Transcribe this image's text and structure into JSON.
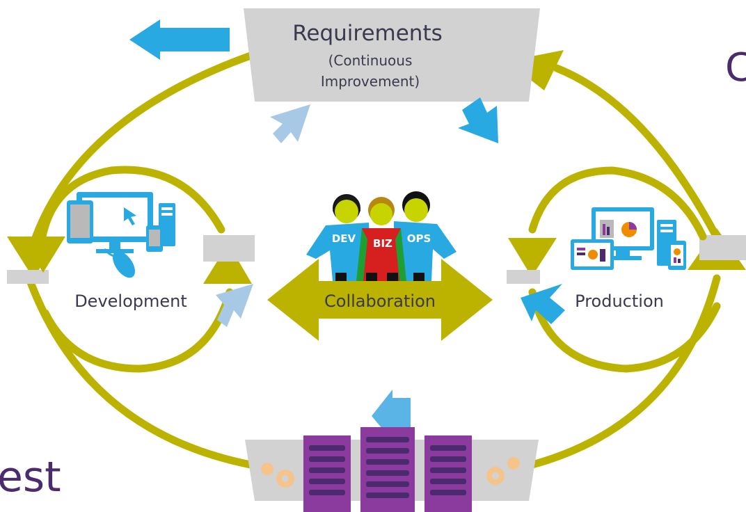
{
  "requirements": {
    "title": "Requirements",
    "line1": "(Continuous",
    "line2": "Improvement)"
  },
  "development": {
    "label": "Development"
  },
  "collaboration": {
    "label": "Collaboration",
    "badges": {
      "dev": "DEV",
      "biz": "BIZ",
      "ops": "OPS"
    }
  },
  "production": {
    "label": "Production"
  },
  "edge_fragments": {
    "top_right": "C",
    "bottom_left": "est"
  },
  "colors": {
    "olive": "#bcb300",
    "gray_box": "#d2d2d2",
    "arrow_blue": "#29a9e1",
    "arrow_light": "#a7c9e6",
    "server_purple": "#8b3a9e",
    "text": "#3a3a4e"
  },
  "icons": [
    "devices-icon",
    "team-people-icon",
    "dashboard-devices-icon",
    "server-rack-icon",
    "gear-icon"
  ]
}
